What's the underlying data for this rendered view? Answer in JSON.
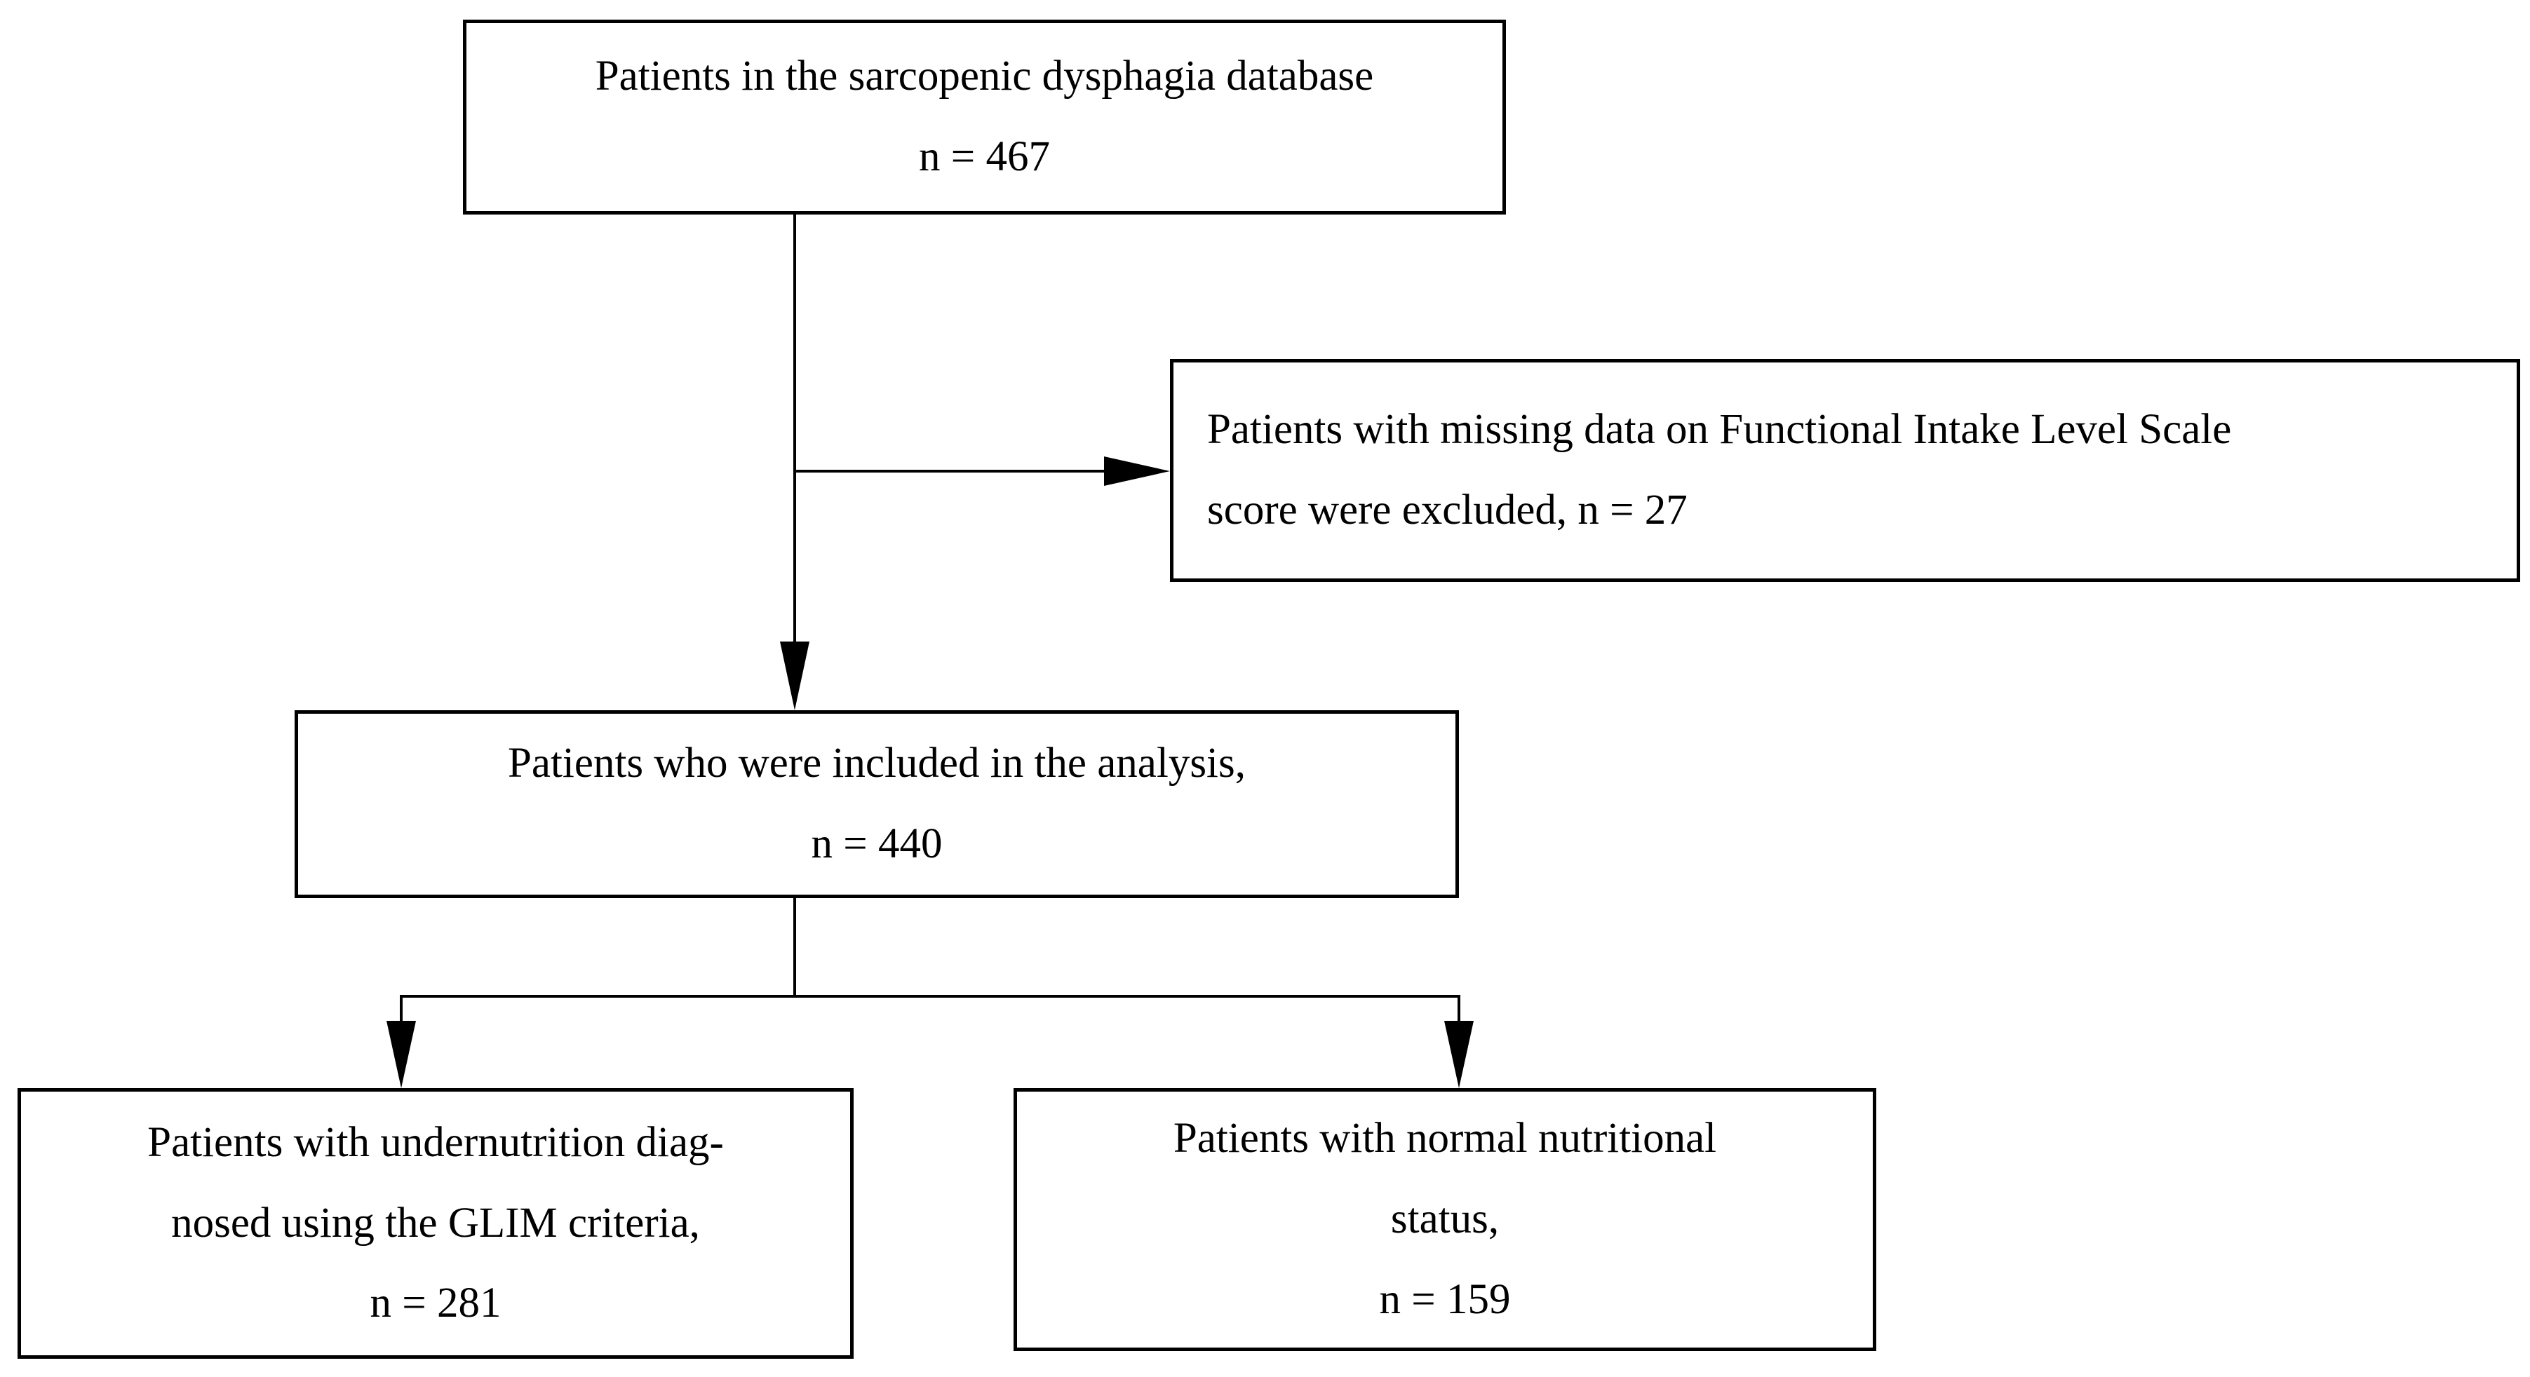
{
  "figure": {
    "background": "#ffffff",
    "line_color": "#000000",
    "text_color": "#000000"
  },
  "boxes": {
    "top": {
      "lines": [
        "Patients in the sarcopenic dysphagia database",
        "n = 467"
      ]
    },
    "excluded": {
      "lines": [
        "Patients with missing data on Functional Intake Level Scale",
        "score were excluded, n = 27"
      ]
    },
    "included": {
      "lines": [
        "Patients who were included in the analysis,",
        "n = 440"
      ]
    },
    "undernutrition": {
      "lines": [
        "Patients with undernutrition diag-",
        "nosed using the GLIM criteria,",
        "n = 281"
      ]
    },
    "normal": {
      "lines": [
        "Patients with normal nutritional",
        "status,",
        "n = 159"
      ]
    }
  }
}
